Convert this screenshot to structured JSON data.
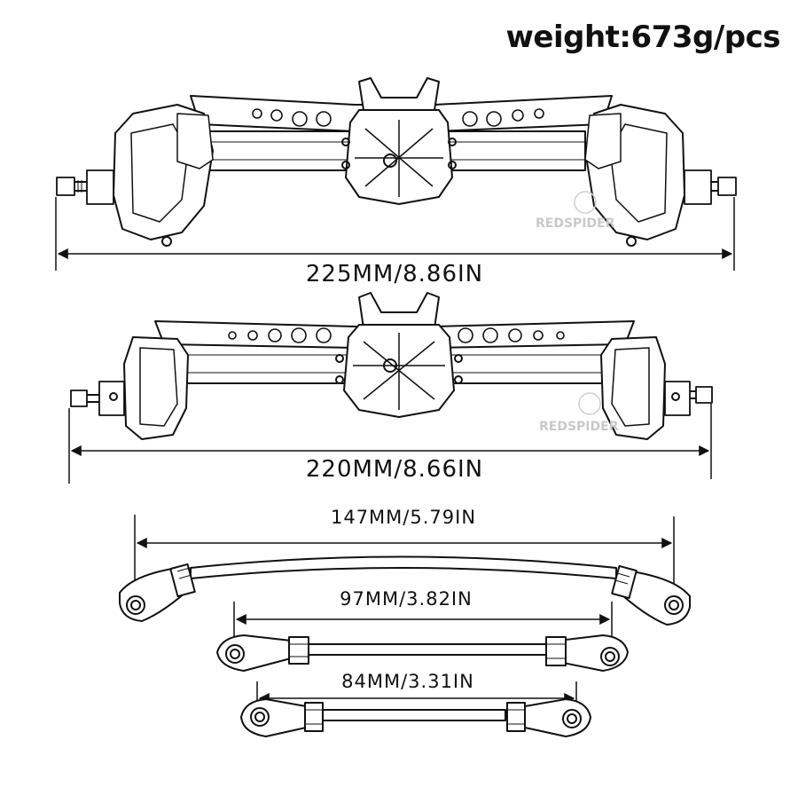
{
  "weight_label": "weight:673g/pcs",
  "watermark": "REDSPIDER",
  "parts": {
    "front_axle": {
      "dimension": "225MM/8.86IN"
    },
    "rear_axle": {
      "dimension": "220MM/8.66IN"
    },
    "link_long": {
      "dimension": "147MM/5.79IN"
    },
    "link_medium": {
      "dimension": "97MM/3.82IN"
    },
    "link_short": {
      "dimension": "84MM/3.31IN"
    }
  }
}
